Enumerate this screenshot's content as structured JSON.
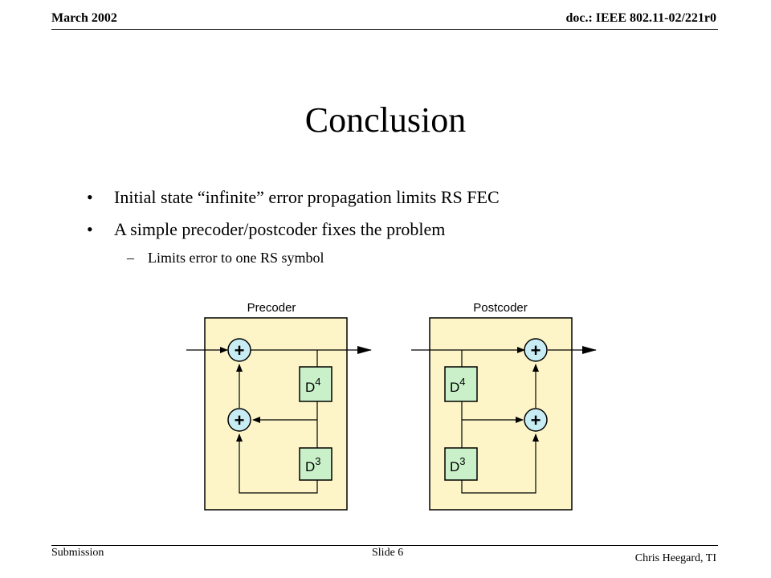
{
  "header": {
    "date": "March 2002",
    "doc": "doc.: IEEE 802.11-02/221r0"
  },
  "title": "Conclusion",
  "bullets": [
    "Initial state “infinite” error propagation limits RS FEC",
    "A simple precoder/postcoder fixes the problem"
  ],
  "sub_bullets": [
    "Limits error to one RS symbol"
  ],
  "bullet_glyph": "•",
  "dash_glyph": "–",
  "diagram": {
    "precoder_label": "Precoder",
    "postcoder_label": "Postcoder",
    "adder_symbol": "+",
    "delay_d": "D",
    "delay4_exp": "4",
    "delay3_exp": "3",
    "colors": {
      "block_fill": "#fdf5c8",
      "delay_fill": "#c9f0c9",
      "adder_fill": "#c8ecf4"
    }
  },
  "footer": {
    "left": "Submission",
    "center": "Slide 6",
    "right": "Chris Heegard, TI"
  }
}
